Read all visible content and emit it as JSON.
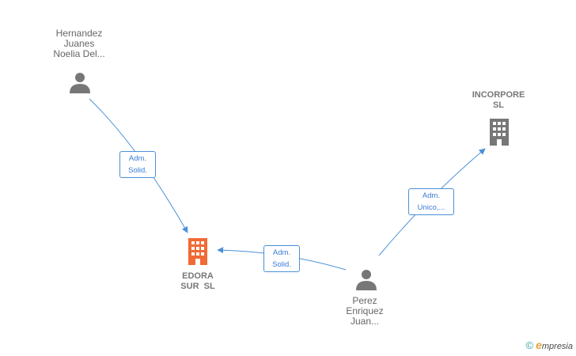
{
  "colors": {
    "edge": "#4a90d9",
    "person": "#777777",
    "company": "#777777",
    "company_highlight": "#f06a35"
  },
  "nodes": {
    "hernandez": {
      "type": "person",
      "lines": [
        "Hernandez",
        "Juanes",
        "Noelia Del..."
      ]
    },
    "incorpore": {
      "type": "company",
      "lines": [
        "INCORPORE",
        "SL"
      ]
    },
    "edora": {
      "type": "company",
      "highlight": true,
      "lines": [
        "EDORA",
        "SUR  SL"
      ]
    },
    "perez": {
      "type": "person",
      "lines": [
        "Perez",
        "Enriquez",
        "Juan..."
      ]
    }
  },
  "edges": [
    {
      "from": "hernandez",
      "to": "edora",
      "label": [
        "Adm.",
        "Solid."
      ]
    },
    {
      "from": "perez",
      "to": "edora",
      "label": [
        "Adm.",
        "Solid."
      ]
    },
    {
      "from": "perez",
      "to": "incorpore",
      "label": [
        "Adm.",
        "Unico,..."
      ]
    }
  ],
  "brand": {
    "copyright": "©",
    "e": "e",
    "name": "mpresia"
  }
}
